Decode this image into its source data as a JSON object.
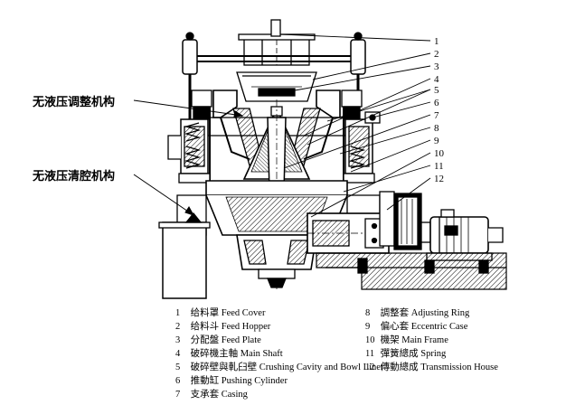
{
  "callouts": {
    "adjust": "无液压调整机构",
    "clear": "无液压清腔机构"
  },
  "part_numbers": [
    "1",
    "2",
    "3",
    "4",
    "5",
    "6",
    "7",
    "8",
    "9",
    "10",
    "11",
    "12"
  ],
  "legend_left": [
    {
      "n": "1",
      "zh": "给料罩",
      "en": "Feed Cover"
    },
    {
      "n": "2",
      "zh": "给料斗",
      "en": "Feed Hopper"
    },
    {
      "n": "3",
      "zh": "分配盤",
      "en": "Feed Plate"
    },
    {
      "n": "4",
      "zh": "破碎機主軸",
      "en": "Main Shaft"
    },
    {
      "n": "5",
      "zh": "破碎壁與軋臼壁",
      "en": "Crushing Cavity and Bowl Liner"
    },
    {
      "n": "6",
      "zh": "推動缸",
      "en": "Pushing Cylinder"
    },
    {
      "n": "7",
      "zh": "支承套",
      "en": "Casing"
    }
  ],
  "legend_right": [
    {
      "n": "8",
      "zh": "調整套",
      "en": "Adjusting Ring"
    },
    {
      "n": "9",
      "zh": "偏心套",
      "en": "Eccentric Case"
    },
    {
      "n": "10",
      "zh": "機架",
      "en": "Main Frame"
    },
    {
      "n": "11",
      "zh": "彈簧總成",
      "en": "Spring"
    },
    {
      "n": "12",
      "zh": "傳動總成",
      "en": "Transmission House"
    }
  ]
}
